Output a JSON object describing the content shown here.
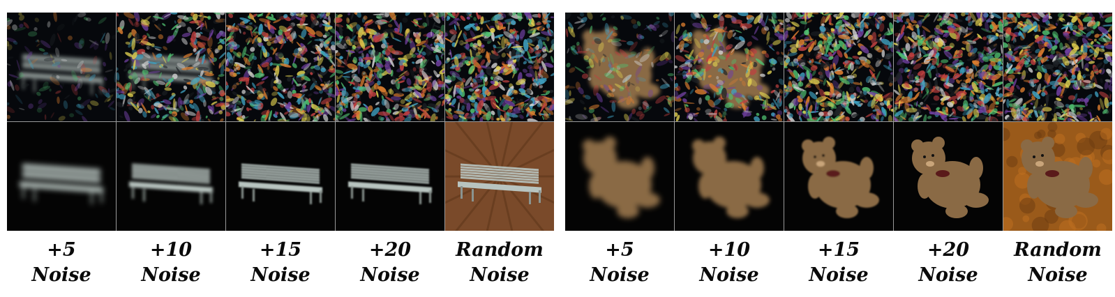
{
  "panels": [
    {
      "subject": "bench",
      "columns": [
        {
          "line1": "+5",
          "line2": "Noise"
        },
        {
          "line1": "+10",
          "line2": "Noise"
        },
        {
          "line1": "+15",
          "line2": "Noise"
        },
        {
          "line1": "+20",
          "line2": "Noise"
        },
        {
          "line1": "Random",
          "line2": "Noise"
        }
      ],
      "noise_levels": [
        0.18,
        0.55,
        0.85,
        0.95,
        1.0
      ],
      "result_sharpness": [
        0.2,
        0.55,
        0.8,
        0.85,
        1.0
      ]
    },
    {
      "subject": "teddy-bear",
      "columns": [
        {
          "line1": "+5",
          "line2": "Noise"
        },
        {
          "line1": "+10",
          "line2": "Noise"
        },
        {
          "line1": "+15",
          "line2": "Noise"
        },
        {
          "line1": "+20",
          "line2": "Noise"
        },
        {
          "line1": "Random",
          "line2": "Noise"
        }
      ],
      "noise_levels": [
        0.3,
        0.55,
        0.95,
        1.0,
        1.0
      ],
      "result_sharpness": [
        0.3,
        0.4,
        0.85,
        0.9,
        1.0
      ]
    }
  ],
  "colors": {
    "bench_metal": "#b8c4c0",
    "bear_fur": "#8a6a45",
    "floor_wood": "#7a4a2a",
    "bg_orange": "#9a5a1a",
    "noise": [
      "#3fa0c0",
      "#e0d050",
      "#c04040",
      "#50c070",
      "#d0d0d0",
      "#7040a0",
      "#e08030",
      "#202428"
    ]
  }
}
